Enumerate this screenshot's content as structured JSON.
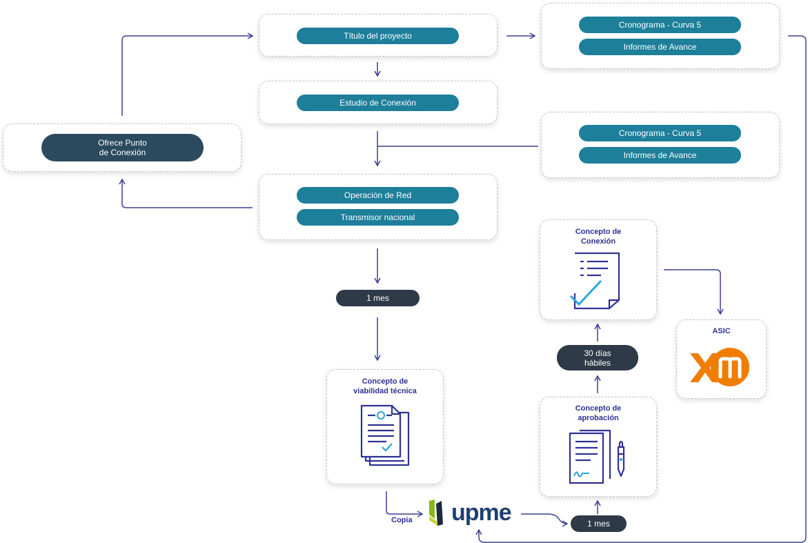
{
  "nodes": {
    "titulo": "Título del proyecto",
    "estudio": "Estudio de Conexión",
    "ofrece": "Ofrece Punto\nde Conexión",
    "operacion": "Operación de Red",
    "transmisor": "Transmisor nacional",
    "cronograma_1": "Cronograma - Curva 5",
    "informes_1": "Informes de Avance",
    "cronograma_2": "Cronograma - Curva 5",
    "informes_2": "Informes de Avance",
    "mes_1": "1 mes",
    "mes_2": "1 mes",
    "dias": "30 días\nhábiles",
    "viabilidad": "Concepto de\nviabilidad técnica",
    "conexion": "Concepto de\nConexión",
    "aprobacion": "Concepto de\naprobación",
    "asic": "ASIC",
    "copia": "Copia",
    "upme_logo": "UPME",
    "xm_logo": "xm"
  },
  "colors": {
    "teal": "#1d7f9a",
    "dark": "#2e3a47",
    "navy": "#2e3192",
    "arrow": "#3a3f94",
    "xm_orange": "#f07d00",
    "upme_green": "#8ab51f"
  },
  "icons": [
    "document-check-icon",
    "documents-stack-icon",
    "documents-pen-icon",
    "upme-logo-icon",
    "xm-logo-icon"
  ]
}
